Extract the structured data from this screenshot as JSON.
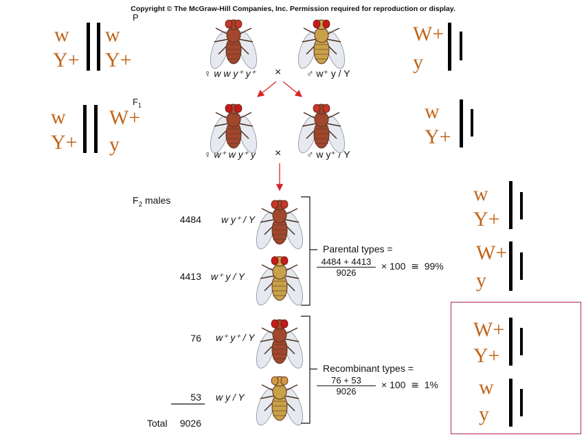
{
  "copyright": "Copyright © The McGraw-Hill Companies, Inc. Permission required for reproduction or display.",
  "generation_labels": {
    "p": "P",
    "f1_letter": "F",
    "f1_sub": "1",
    "f2_letter": "F",
    "f2_sub": "2",
    "f2_rest": " males"
  },
  "p_cross": {
    "female": "♀ w w y⁺ y⁺",
    "times": "×",
    "male": "♂ w⁺ y / Y"
  },
  "f1_cross": {
    "female": "♀ w⁺ w y⁺ y",
    "times": "×",
    "male": "♂ w y⁺ / Y"
  },
  "chromosome_labels": {
    "p_female": {
      "left_top": "w",
      "left_bottom": "Y+",
      "right_top": "w",
      "right_bottom": "Y+"
    },
    "p_male": {
      "top": "W+",
      "bottom": "y"
    },
    "f1_female": {
      "left_top": "w",
      "left_bottom": "Y+",
      "right_top": "W+",
      "right_bottom": "y"
    },
    "f1_male": {
      "top": "w",
      "bottom": "Y+"
    },
    "parental_1": {
      "top": "w",
      "bottom": "Y+"
    },
    "parental_2": {
      "top": "W+",
      "bottom": "y"
    },
    "recomb_1": {
      "top": "W+",
      "bottom": "Y+"
    },
    "recomb_2": {
      "top": "w",
      "bottom": "y"
    }
  },
  "f2_rows": [
    {
      "count": "4484",
      "genotype": "w y⁺ / Y",
      "eye": "#c3382a",
      "body": "#a0472e"
    },
    {
      "count": "4413",
      "genotype": "w⁺ y / Y",
      "eye": "#c61a1a",
      "body": "#c8a24a"
    },
    {
      "count": "76",
      "genotype": "w⁺ y⁺ / Y",
      "eye": "#c61a1a",
      "body": "#a0472e"
    },
    {
      "count": "53",
      "genotype": "w y / Y",
      "eye": "#d09a45",
      "body": "#c8a24a"
    }
  ],
  "total": {
    "label": "Total",
    "value": "9026"
  },
  "parental": {
    "label": "Parental types =",
    "numerator": "4484 + 4413",
    "denominator": "9026",
    "tail": "× 100  ≅  99%"
  },
  "recombinant": {
    "label": "Recombinant types =",
    "numerator": "76 + 53",
    "denominator": "9026",
    "tail": "× 100  ≅  1%"
  },
  "colors": {
    "label_orange": "#c0651a",
    "arrow_red": "#d4262a",
    "box_border": "#b02a4a"
  }
}
